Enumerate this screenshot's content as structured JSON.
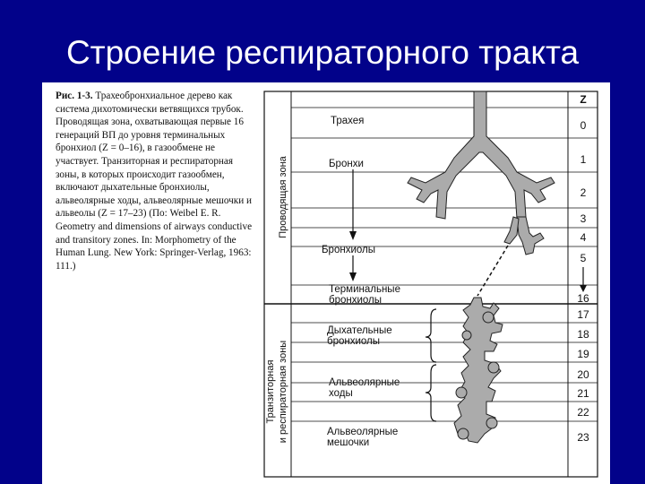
{
  "slide": {
    "title": "Строение респираторного тракта"
  },
  "caption": {
    "label": "Рис. 1-3.",
    "text": "Трахеобронхиальное дерево как система дихотомически ветвящихся трубок. Проводящая зона, охватывающая первые 16 генераций ВП до уровня терминальных бронхиол (Z = 0–16), в газообмене не участвует. Транзиторная и респираторная зоны, в которых происходит газообмен, включают дыхательные бронхиолы, альвеолярные ходы, альвеолярные мешочки и альвеолы (Z = 17–23) (По: Weibel E. R. Geometry and dimensions of airways conductive and transitory zones. In: Morphometry of the Human Lung. New York: Springer-Verlag, 1963: 111.)"
  },
  "diagram": {
    "zones": {
      "conducting": "Проводящая зона",
      "transitory_line1": "Транзиторная",
      "transitory_line2": "и респираторная зоны"
    },
    "labels": {
      "trachea": "Трахея",
      "bronchi": "Бронхи",
      "bronchioles": "Бронхиолы",
      "terminal_line1": "Терминальные",
      "terminal_line2": "бронхиолы",
      "resp_line1": "Дыхательные",
      "resp_line2": "бронхиолы",
      "ducts_line1": "Альвеолярные",
      "ducts_line2": "ходы",
      "sacs_line1": "Альвеолярные",
      "sacs_line2": "мешочки"
    },
    "z_header": "Z",
    "z_values": [
      "0",
      "1",
      "2",
      "3",
      "4",
      "5",
      "16",
      "17",
      "18",
      "19",
      "20",
      "21",
      "22",
      "23"
    ]
  }
}
